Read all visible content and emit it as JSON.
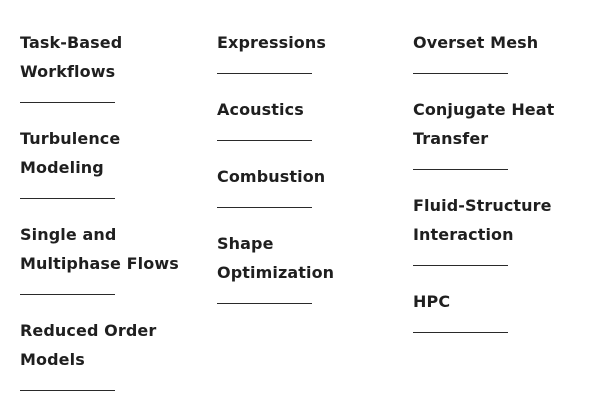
{
  "columns": [
    {
      "items": [
        {
          "label_lines": [
            "Task-Based",
            "Workflows"
          ]
        },
        {
          "label_lines": [
            "Turbulence",
            "Modeling"
          ]
        },
        {
          "label_lines": [
            "Single and",
            "Multiphase Flows"
          ]
        },
        {
          "label_lines": [
            "Reduced Order",
            "Models"
          ]
        }
      ]
    },
    {
      "items": [
        {
          "label_lines": [
            "Expressions"
          ]
        },
        {
          "label_lines": [
            "Acoustics"
          ]
        },
        {
          "label_lines": [
            "Combustion"
          ]
        },
        {
          "label_lines": [
            "Shape",
            "Optimization"
          ]
        }
      ]
    },
    {
      "items": [
        {
          "label_lines": [
            "Overset Mesh"
          ]
        },
        {
          "label_lines": [
            "Conjugate Heat",
            "Transfer"
          ]
        },
        {
          "label_lines": [
            "Fluid-Structure",
            "Interaction"
          ]
        },
        {
          "label_lines": [
            "HPC"
          ]
        }
      ]
    }
  ],
  "colors": {
    "text": "#1f1f1f",
    "rule": "#2a2a2a",
    "background": "#ffffff"
  }
}
